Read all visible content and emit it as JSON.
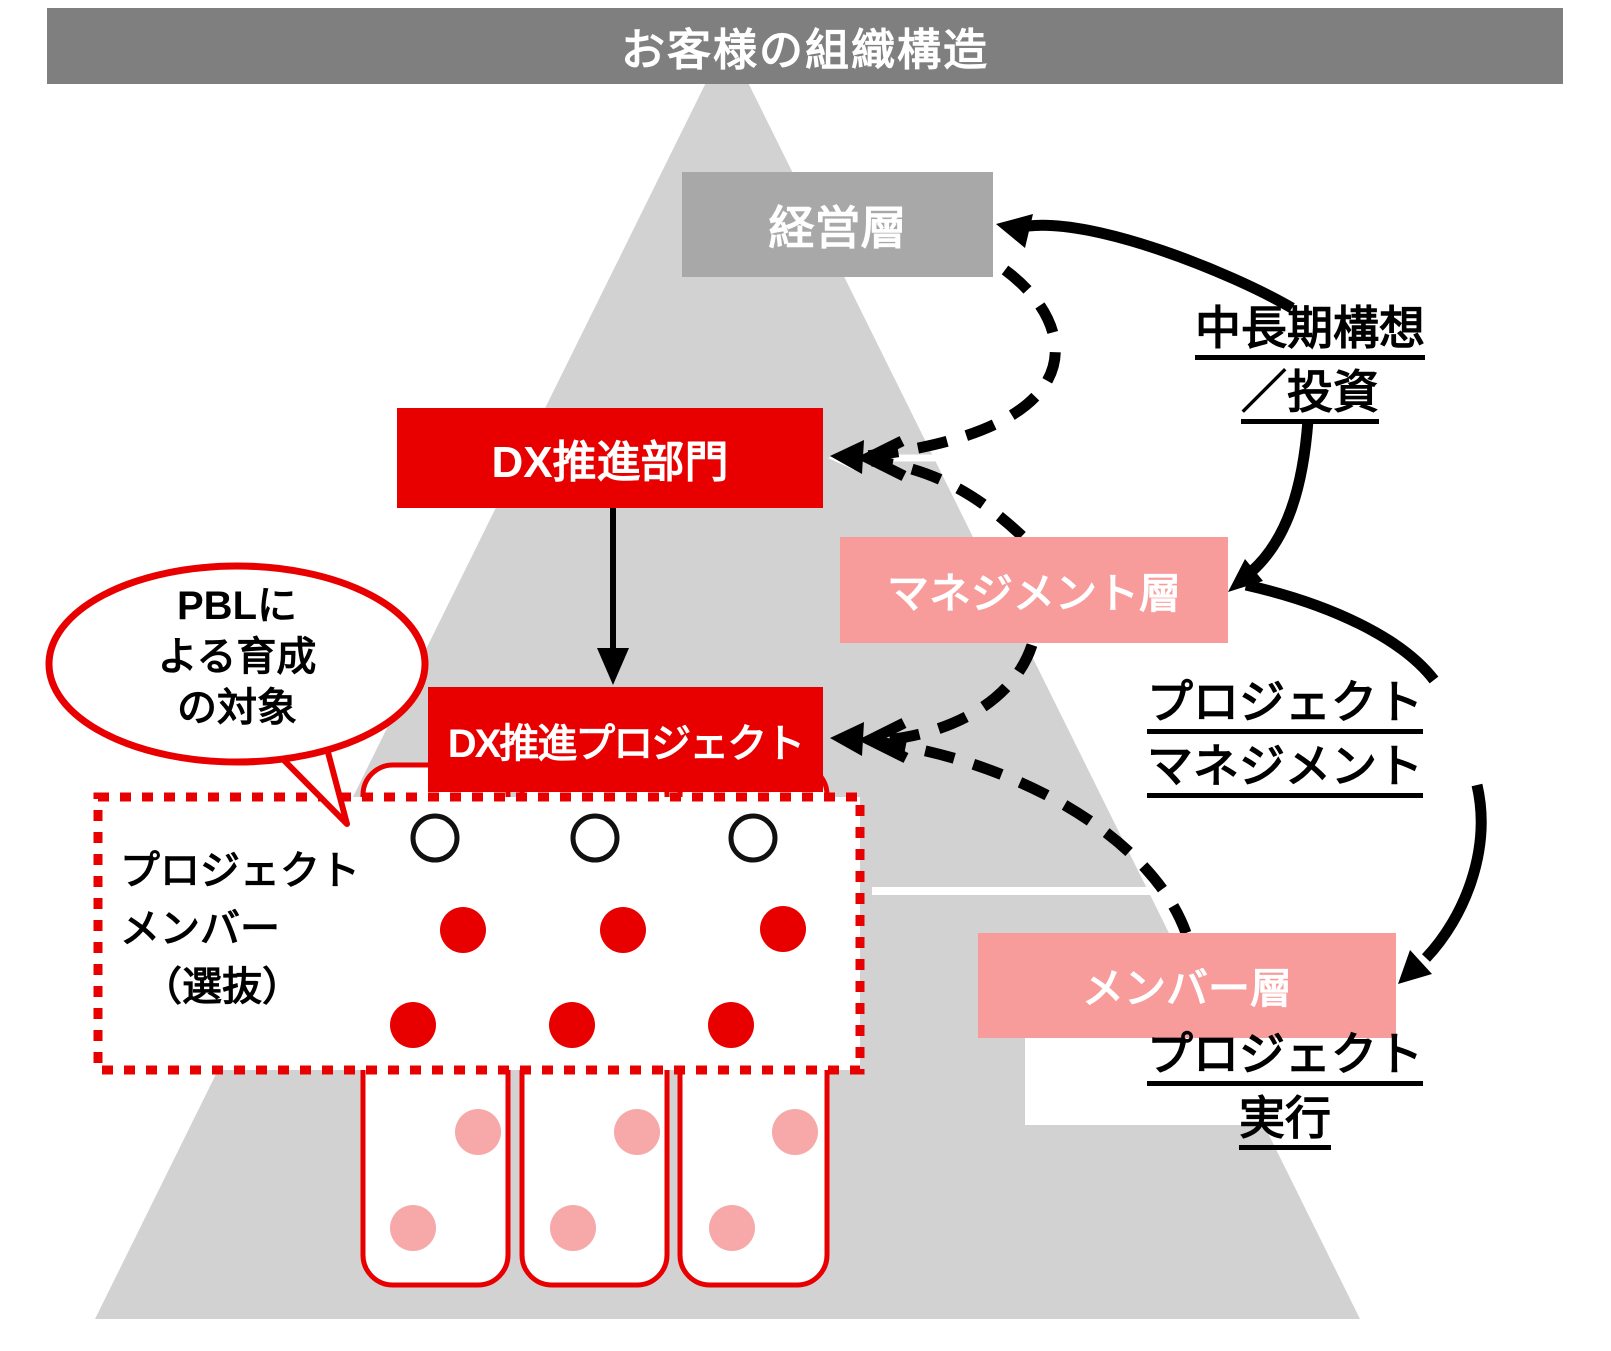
{
  "banner": {
    "title": "お客様の組織構造"
  },
  "org_pyramid": {
    "shape": "triangle",
    "levels": [
      {
        "id": "executive",
        "label": "経営層",
        "color": "#A8A8A8"
      },
      {
        "id": "management",
        "label": "マネジメント層",
        "color": "#F89B9B"
      },
      {
        "id": "member",
        "label": "メンバー層",
        "color": "#F89B9B"
      }
    ]
  },
  "dx_org": {
    "department": {
      "label": "DX推進部門",
      "color": "#E80000"
    },
    "project": {
      "label": "DX推進プロジェクト",
      "color": "#E80000"
    }
  },
  "annotations": {
    "mid_long_term": {
      "line1": "中長期構想",
      "line2": "／投資",
      "underlined": true
    },
    "project_management": {
      "line1": "プロジェクト",
      "line2": "マネジメント",
      "underlined": true
    },
    "project_execution": {
      "line1": "プロジェクト",
      "line2": "実行",
      "underlined": true
    }
  },
  "speech_bubble": {
    "line1": "PBLに",
    "line2": "よる育成",
    "line3": "の対象",
    "border_color": "#E80000"
  },
  "selected_members_box": {
    "line1": "プロジェクト",
    "line2": "メンバー",
    "line3": "（選抜）",
    "border_style": "red-dotted"
  },
  "member_dots": {
    "white_outlined_circles": 3,
    "red_circles": 6,
    "pink_circles_in_team_boxes": 6,
    "team_boxes": 3
  },
  "flows": [
    {
      "from": "マネジメント層",
      "to": "経営層",
      "style": "solid",
      "via_label": "中長期構想／投資"
    },
    {
      "from": "中長期構想／投資",
      "to": "マネジメント層",
      "style": "solid"
    },
    {
      "from": "マネジメント層",
      "to": "メンバー層",
      "style": "solid",
      "via_label": "プロジェクトマネジメント"
    },
    {
      "from": "経営層",
      "to": "DX推進部門",
      "style": "dashed"
    },
    {
      "from": "マネジメント層",
      "to": "DX推進部門",
      "style": "dashed"
    },
    {
      "from": "マネジメント層",
      "to": "DX推進プロジェクト",
      "style": "dashed"
    },
    {
      "from": "メンバー層",
      "to": "DX推進プロジェクト",
      "style": "dashed"
    },
    {
      "from": "DX推進部門",
      "to": "DX推進プロジェクト",
      "style": "solid-straight"
    }
  ],
  "colors": {
    "accent_red": "#E80000",
    "pink": "#F89B9B",
    "light_pink": "#F7A8A8",
    "banner_gray": "#7F7F7F",
    "executive_gray": "#A8A8A8",
    "triangle_gray": "#D2D2D2",
    "black": "#000000",
    "white": "#FFFFFF"
  }
}
